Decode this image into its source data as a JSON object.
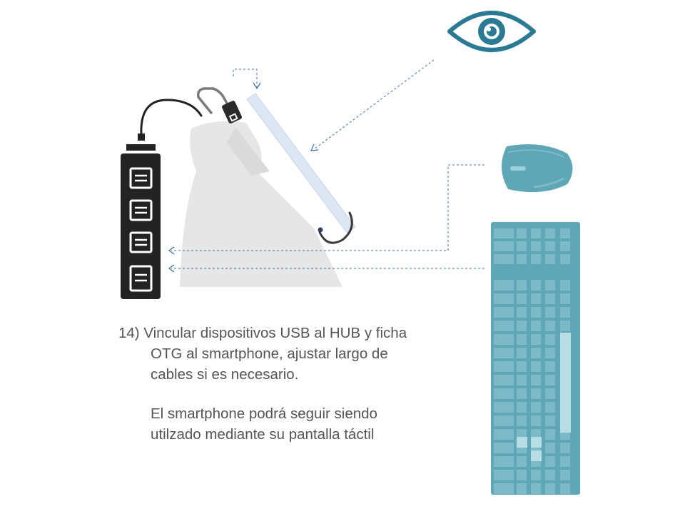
{
  "colors": {
    "accent": "#2a7a93",
    "keyboard": "#5fa6b6",
    "hub": "#232323",
    "stand": "#e6e6e6",
    "phone": "#dde6f3",
    "text": "#555555",
    "dash": "#3f6fa6"
  },
  "icons": {
    "eye": "eye-icon",
    "mouse": "mouse-icon",
    "keyboard": "keyboard-icon",
    "hub": "usb-hub-icon",
    "stand": "phone-stand-icon"
  },
  "instructions": {
    "step_line1": "14) Vincular dispositivos USB al HUB y ficha",
    "step_line2": "OTG al smartphone, ajustar largo de",
    "step_line3": "cables si es necesario.",
    "note_line1": "El smartphone podrá seguir siendo",
    "note_line2": "utilzado mediante su pantalla táctil"
  }
}
